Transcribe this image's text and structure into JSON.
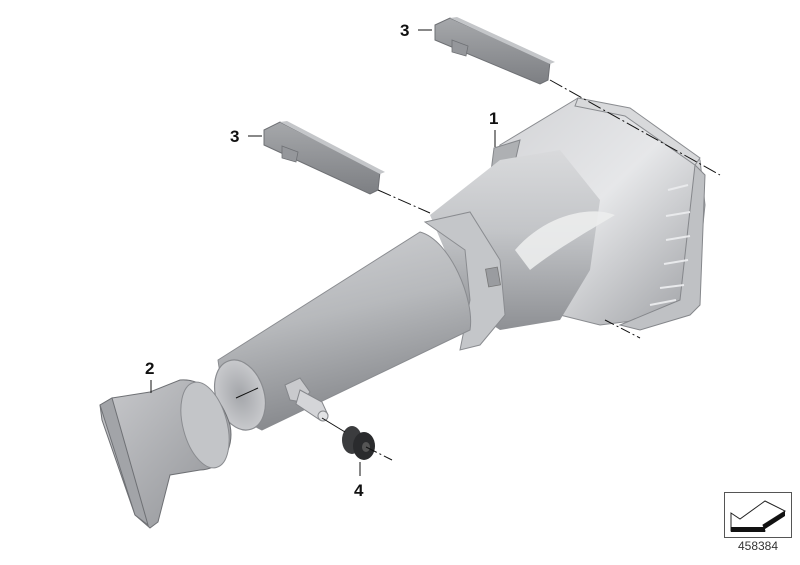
{
  "diagram": {
    "type": "exploded-parts-diagram",
    "reference_number": "458384",
    "background": "#ffffff",
    "part_color": "#b4b6b9",
    "callouts": [
      {
        "id": "callout-1",
        "label": "1",
        "part": "intake-duct-housing"
      },
      {
        "id": "callout-2",
        "label": "2",
        "part": "intake-funnel"
      },
      {
        "id": "callout-3a",
        "label": "3",
        "part": "bracket-upper"
      },
      {
        "id": "callout-3b",
        "label": "3",
        "part": "bracket-lower"
      },
      {
        "id": "callout-4",
        "label": "4",
        "part": "rubber-grommet"
      }
    ],
    "icons": {
      "orientation": "arrow-icon"
    }
  }
}
